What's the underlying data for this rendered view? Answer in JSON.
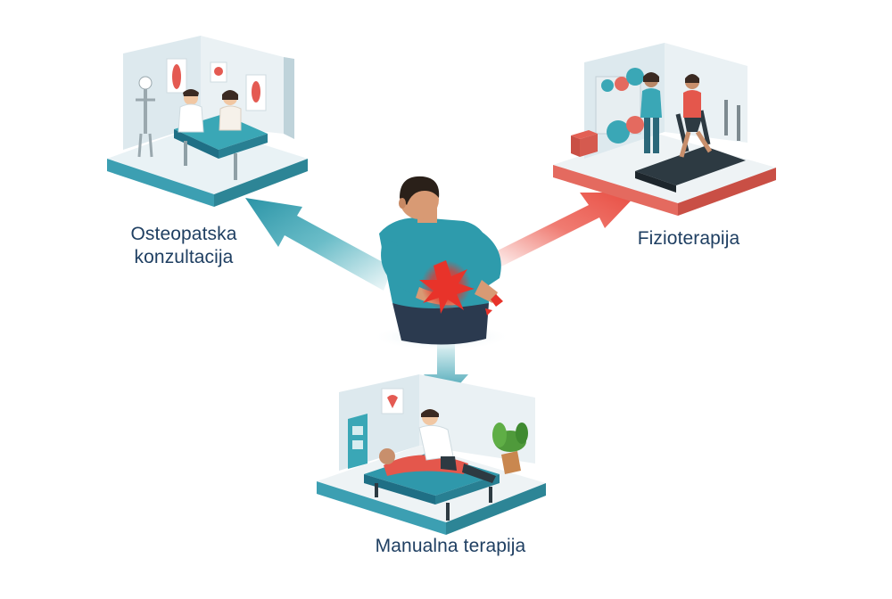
{
  "diagram": {
    "center": {
      "icon": "back-pain-patient-icon"
    },
    "nodes": [
      {
        "id": "osteo",
        "label": "Osteopatska konzultacija",
        "icon": "doctor-consultation-room-icon",
        "arrow_color": "#3aa7b6"
      },
      {
        "id": "fizio",
        "label": "Fizioterapija",
        "icon": "physiotherapy-gym-icon",
        "arrow_color": "#ec5a4e"
      },
      {
        "id": "manual",
        "label": "Manualna terapija",
        "icon": "massage-therapy-room-icon",
        "arrow_color": "#3aa7b6"
      }
    ]
  },
  "colors": {
    "label": "#1f3f62",
    "teal": "#3aa7b6",
    "teal_dark": "#1f6f85",
    "red": "#ec5a4e",
    "pain": "#e8332a"
  }
}
